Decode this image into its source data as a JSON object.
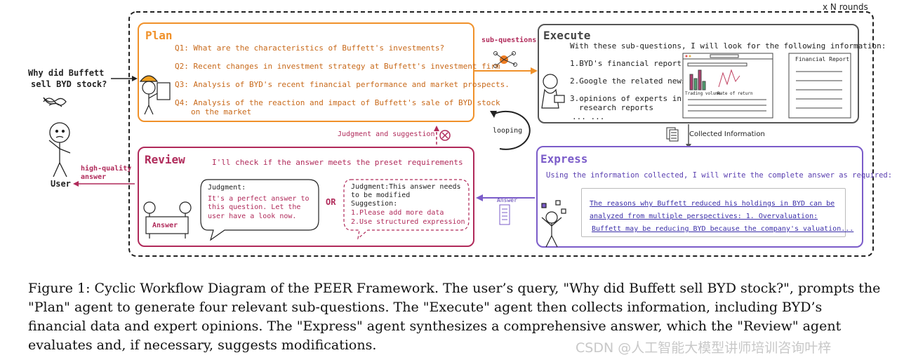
{
  "rounds_label": "x N rounds",
  "user": {
    "question_line1": "Why did Buffett",
    "question_line2": "sell BYD stock?",
    "label": "User",
    "high_quality_line1": "high-quality",
    "high_quality_line2": "answer"
  },
  "plan": {
    "title": "Plan",
    "questions": [
      "Q1: What are the characteristics of Buffett's investments?",
      "Q2: Recent changes in investment strategy at Buffett's investment firm",
      "Q3: Analysis of BYD's recent financial performance and market prospects.",
      "Q4: Analysis of the reaction and impact of Buffett's sale of BYD stock",
      "on the market"
    ]
  },
  "sub_questions_label": "sub-questions",
  "execute": {
    "title": "Execute",
    "intro": "With these sub-questions, I will look for the following information:",
    "items": [
      "1.BYD's financial report",
      "2.Google the related news",
      "3.opinions of experts in",
      "research reports",
      "...  ..."
    ],
    "chart_label_1": "Trading volume",
    "chart_label_2": "Rate of return",
    "report_title": "Financial Report"
  },
  "collected_label": "Collected Information",
  "looping_label": "looping",
  "judgment_suggestion_label": "Judgment and suggestion",
  "express": {
    "title": "Express",
    "intro": "Using the information collected, I will write the complete answer as required:",
    "answer_lines": [
      "The reasons why Buffett reduced his holdings in BYD can be",
      "analyzed from multiple perspectives: 1. Overvaluation:",
      "Buffett may be reducing BYD because the company's valuation..."
    ]
  },
  "answer_doc_label": "Answer",
  "review": {
    "title": "Review",
    "intro": "I'll check if the answer meets the preset requirements",
    "answer_sign": "Answer",
    "judgment_good": [
      "Judgment:",
      "It's a perfect answer to",
      "this question. Let the",
      "user have a look now."
    ],
    "or_label": "OR",
    "judgment_bad": [
      "Judgment:This answer needs",
      "to be modified",
      "Suggestion:",
      "1.Please add more data",
      "2.Use structured expression"
    ]
  },
  "caption": "Figure 1: Cyclic Workflow Diagram of the PEER Framework. The user’s query, \"Why did Buffett sell BYD stock?\", prompts the \"Plan\" agent to generate four relevant sub-questions. The \"Execute\" agent then collects information, including BYD’s financial data and expert opinions. The \"Express\" agent synthesizes a comprehensive answer, which the \"Review\" agent evaluates and, if necessary, suggests modifications.",
  "watermark": "CSDN @人工智能大模型讲师培训咨询叶梓",
  "colors": {
    "plan": "#f0912a",
    "execute": "#555555",
    "express": "#7b5cc9",
    "review": "#b02a5a",
    "dark": "#222222"
  }
}
